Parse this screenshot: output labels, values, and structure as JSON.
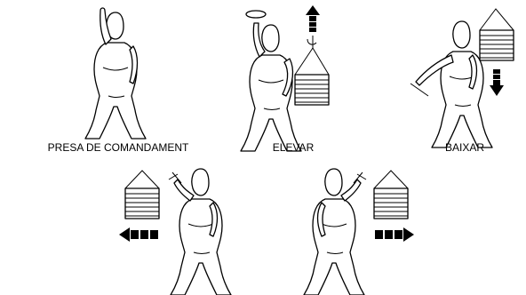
{
  "signals": [
    {
      "label": "PRESA DE COMANDAMENT"
    },
    {
      "label": "ELEVAR"
    },
    {
      "label": "BAIXAR"
    },
    {
      "label": ""
    },
    {
      "label": ""
    }
  ],
  "colors": {
    "ink": "#000000",
    "paper": "#ffffff"
  },
  "icons": [
    "person-figure",
    "load-crate",
    "arrow-up-icon",
    "arrow-down-icon",
    "arrow-left-icon",
    "arrow-right-icon",
    "hook-icon",
    "rotating-hand-icon"
  ]
}
